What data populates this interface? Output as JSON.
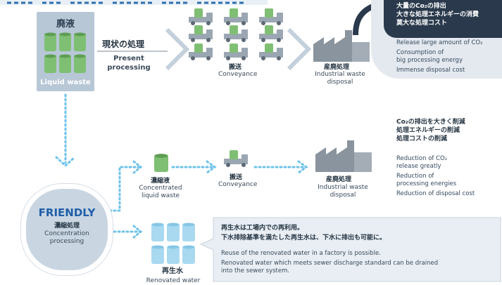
{
  "colors": {
    "accent": "#2f6fb0",
    "barrel": "#7fbf73",
    "barrel_light": "#a9d9f0",
    "factory": "#8a949e",
    "arrow": "#b9c9d7",
    "dots": "#6ec2ea",
    "friendly_blue": "#1f5ea8"
  },
  "liquid_waste": {
    "title_jp": "廃液",
    "title_en": "Liquid waste"
  },
  "present": {
    "title_jp": "現状の処理",
    "title_en_line1": "Present",
    "title_en_line2": "processing"
  },
  "conveyance_top": {
    "jp": "搬送",
    "en": "Conveyance"
  },
  "disposal_top": {
    "jp": "産廃処理",
    "en_line1": "Industrial waste",
    "en_line2": "disposal"
  },
  "callout_top": {
    "jp_lines": [
      "大量のCo₂の排出",
      "大きな処理エネルギーの消費",
      "莫大な処理コスト"
    ],
    "en_lines": [
      "Release large amount of CO₂",
      "Consumption of",
      "big processing energy",
      "Immense disposal cost"
    ]
  },
  "friendly": {
    "title": "FRIENDLY",
    "jp": "濃縮処理",
    "en_line1": "Concentration",
    "en_line2": "processing"
  },
  "concentrated": {
    "jp": "濃縮液",
    "en_line1": "Concentrated",
    "en_line2": "liquid waste"
  },
  "conveyance_mid": {
    "jp": "搬送",
    "en": "Conveyance"
  },
  "disposal_mid": {
    "jp": "産廃処理",
    "en_line1": "Industrial waste",
    "en_line2": "disposal"
  },
  "callout_mid": {
    "jp_lines": [
      "Co₂の排出を大きく削減",
      "処理エネルギーの削減",
      "処理コストの削減"
    ],
    "en_lines": [
      "Reduction of CO₂",
      "release greatly",
      "Reduction of",
      "processing energies",
      "Reduction of disposal cost"
    ]
  },
  "renovated": {
    "jp": "再生水",
    "en": "Renovated water",
    "note_jp_line1": "再生水は工場内での再利用。",
    "note_jp_line2": "下水排除基準を満たした再生水は、下水に排出も可能に。",
    "note_en_line1": "Reuse of the renovated water in a factory is possible.",
    "note_en_line2": "Renovated water which meets sewer discharge standard can be drained",
    "note_en_line3": "into the sewer system."
  }
}
